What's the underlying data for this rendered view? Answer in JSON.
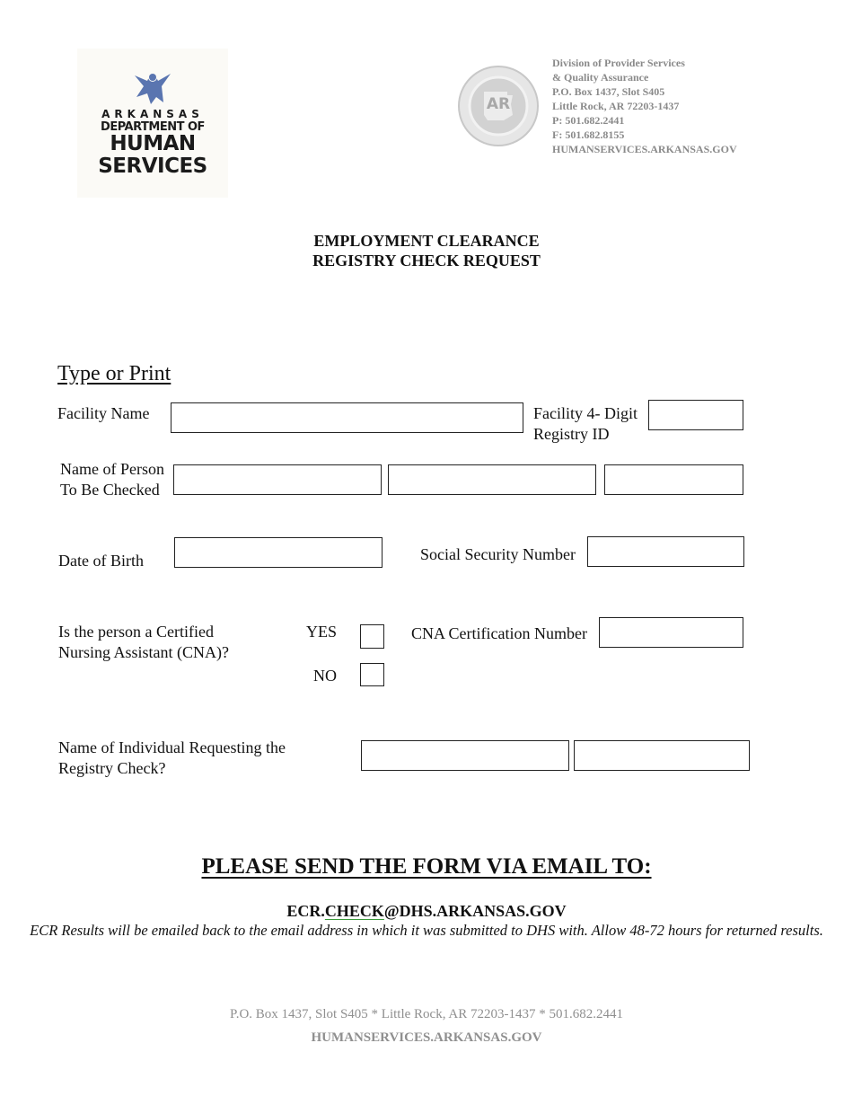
{
  "header": {
    "logo": {
      "line1": "ARKANSAS",
      "line2": "DEPARTMENT OF",
      "line3": "HUMAN",
      "line4": "SERVICES"
    },
    "seal_label": "AR",
    "address_lines": [
      "Division of Provider Services",
      "& Quality Assurance",
      "P.O. Box 1437, Slot S405",
      "Little Rock, AR 72203-1437",
      "P: 501.682.2441",
      "F: 501.682.8155",
      "HUMANSERVICES.ARKANSAS.GOV"
    ]
  },
  "title": {
    "line1": "EMPLOYMENT CLEARANCE",
    "line2": "REGISTRY CHECK REQUEST"
  },
  "form": {
    "instruction": "Type or Print",
    "facility_name_label": "Facility Name",
    "facility_id_label_1": "Facility 4- Digit",
    "facility_id_label_2": "Registry ID",
    "person_label_1": "Name of Person",
    "person_label_2": "To Be Checked",
    "dob_label": "Date of Birth",
    "ssn_label": "Social Security Number",
    "cna_question_1": "Is the person a Certified",
    "cna_question_2": "Nursing Assistant (CNA)?",
    "yes_label": "YES",
    "no_label": "NO",
    "cna_number_label": "CNA Certification Number",
    "requester_label_1": "Name of Individual Requesting the",
    "requester_label_2": "Registry Check?"
  },
  "send": {
    "heading": "PLEASE SEND THE FORM VIA EMAIL TO:",
    "email_prefix": "ECR.",
    "email_link": "CHECK",
    "email_suffix": "@DHS.ARKANSAS.GOV",
    "note": "ECR Results will be emailed back to the email address in which it was submitted to DHS with. Allow 48-72 hours for returned results."
  },
  "footer": {
    "address": "P.O. Box 1437, Slot S405  *  Little Rock, AR 72203-1437  *  501.682.2441",
    "website": "HUMANSERVICES.ARKANSAS.GOV"
  },
  "colors": {
    "logo_blue": "#5a75b0",
    "gray_text": "#8a8a8a",
    "email_underline": "#3a9a3a"
  }
}
